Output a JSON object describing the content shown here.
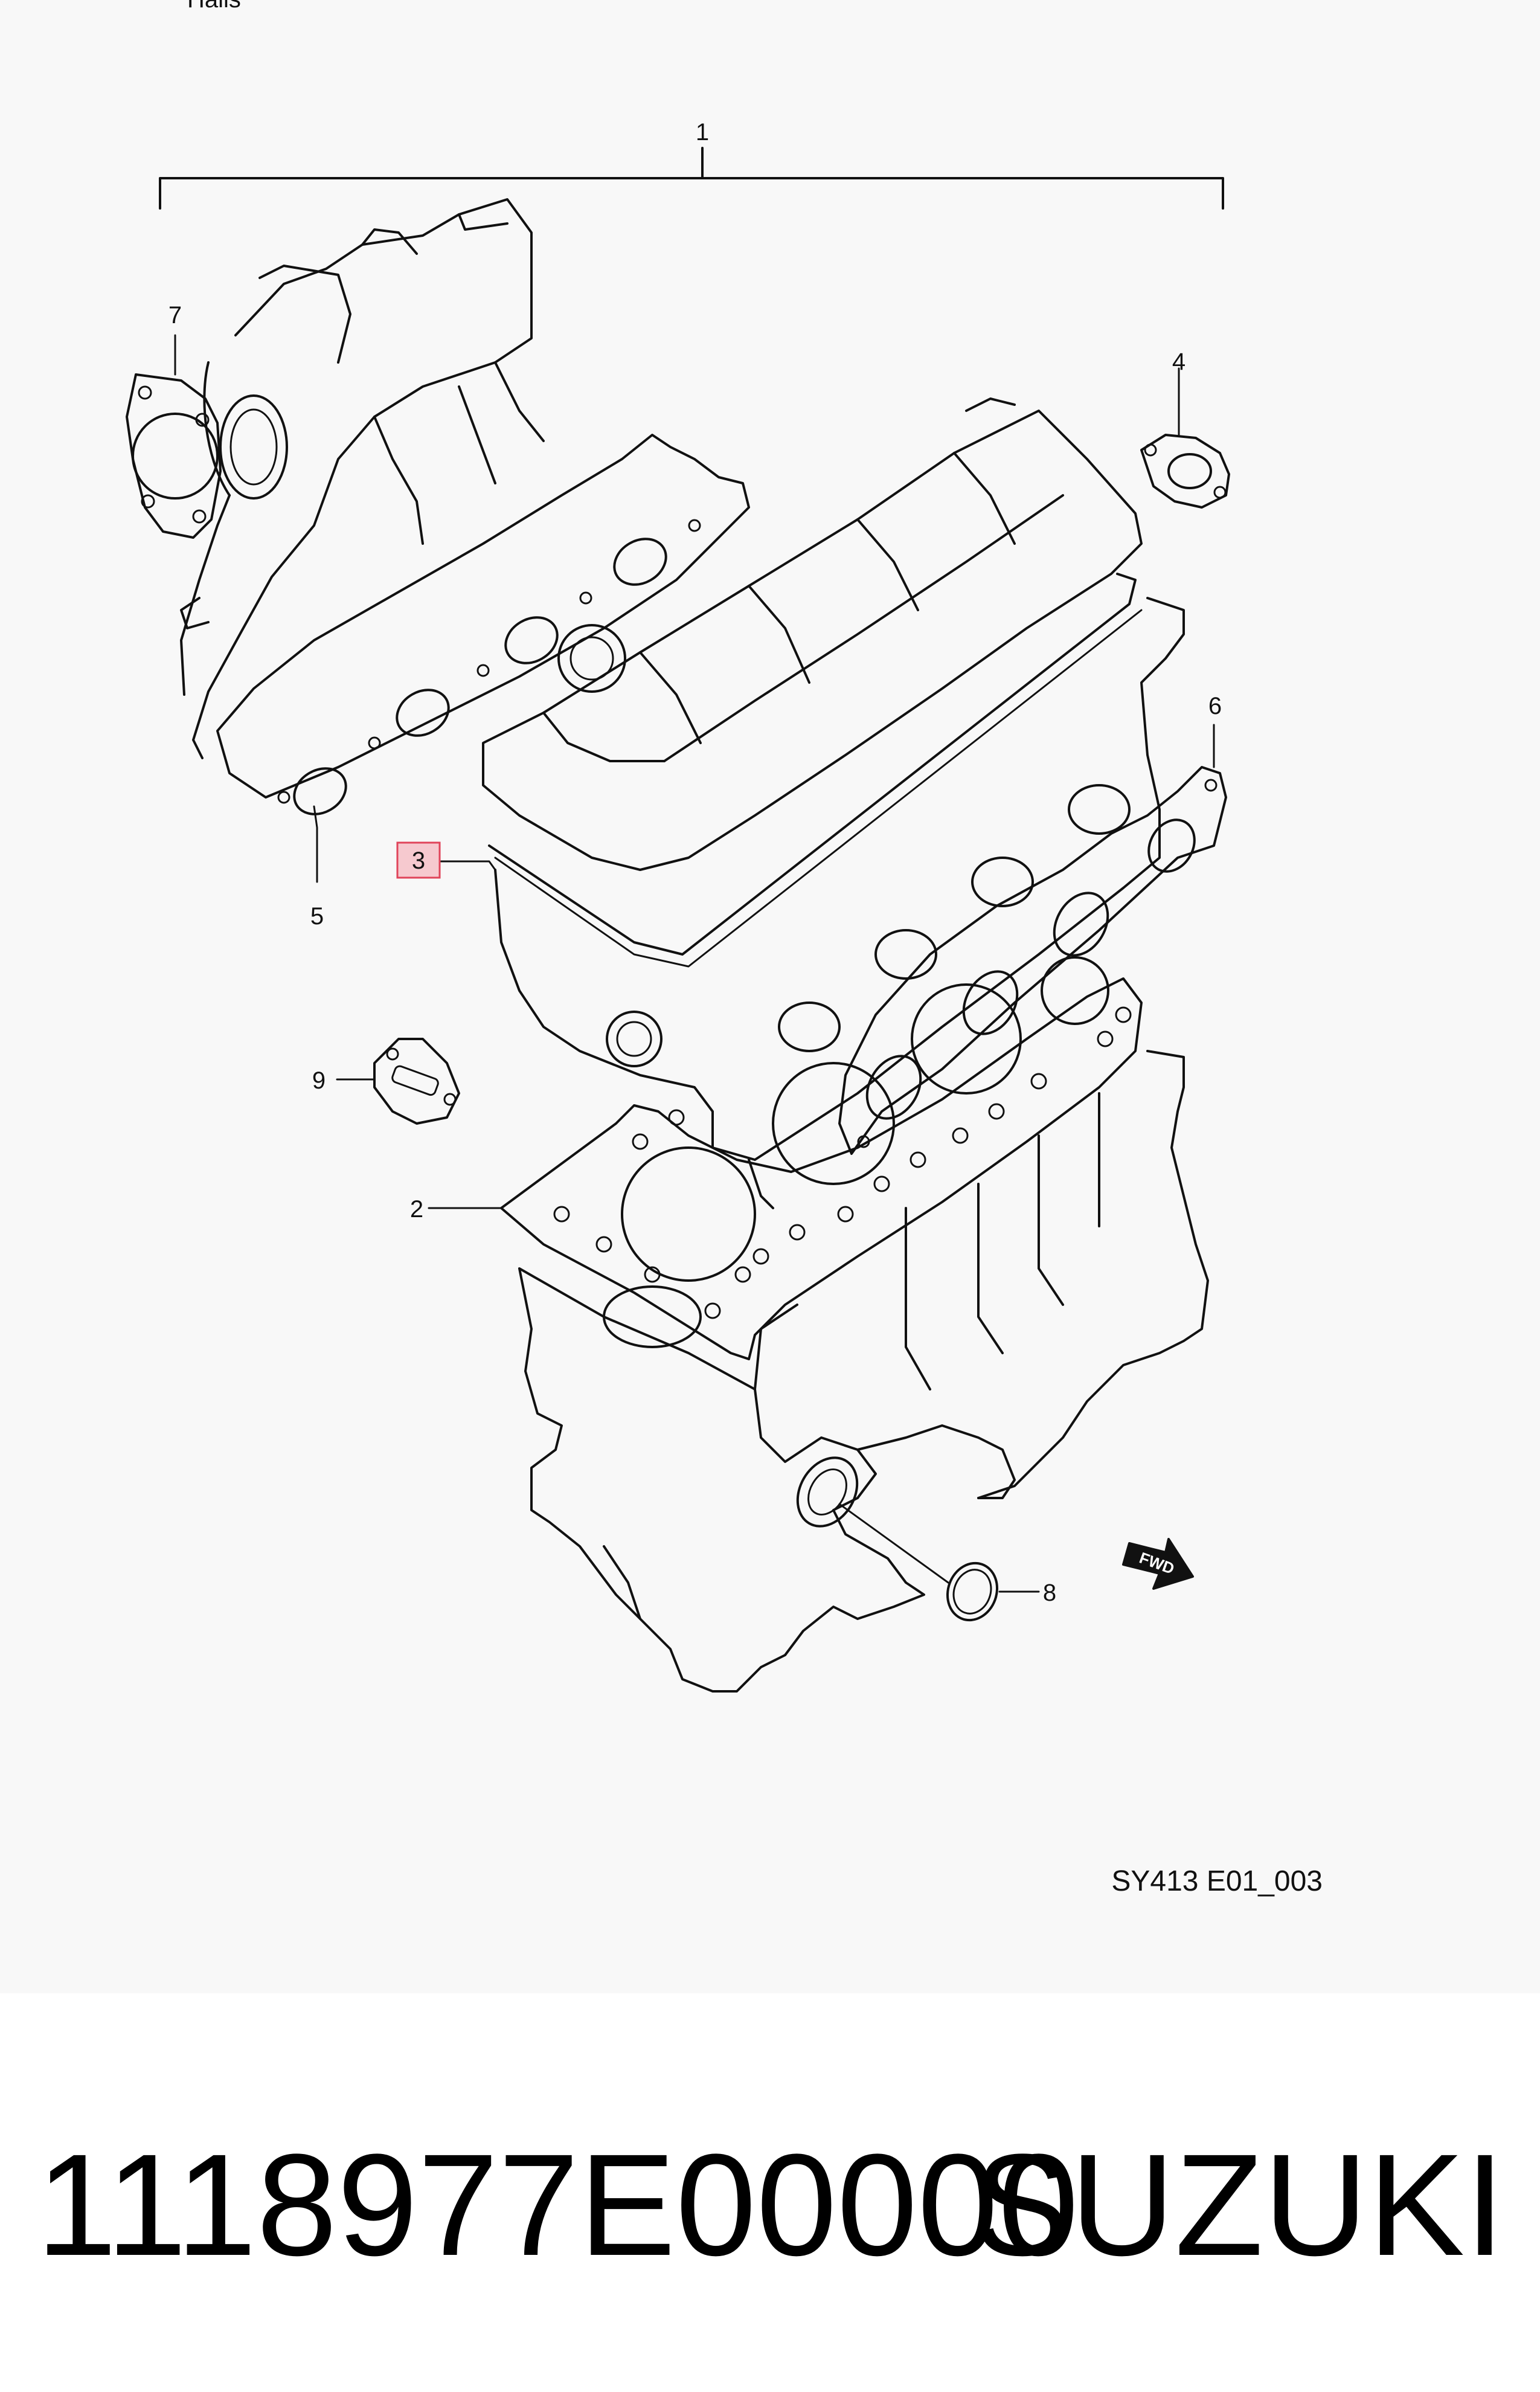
{
  "diagram": {
    "header_fragment": "Hails",
    "drawing_code": "SY413 E01_003",
    "direction_marker": "FWD",
    "callouts": [
      {
        "id": "callout-1",
        "label": "1",
        "highlighted": false
      },
      {
        "id": "callout-2",
        "label": "2",
        "highlighted": false
      },
      {
        "id": "callout-3",
        "label": "3",
        "highlighted": true
      },
      {
        "id": "callout-4",
        "label": "4",
        "highlighted": false
      },
      {
        "id": "callout-5",
        "label": "5",
        "highlighted": false
      },
      {
        "id": "callout-6",
        "label": "6",
        "highlighted": false
      },
      {
        "id": "callout-7",
        "label": "7",
        "highlighted": false
      },
      {
        "id": "callout-8",
        "label": "8",
        "highlighted": false
      },
      {
        "id": "callout-9",
        "label": "9",
        "highlighted": false
      }
    ],
    "colors": {
      "highlight_fill": "#f6c9cf",
      "highlight_stroke": "#e0445a",
      "line": "#111111",
      "background": "#f8f8f8"
    }
  },
  "footer": {
    "part_number": "1118977E00000",
    "brand": "SUZUKI"
  }
}
